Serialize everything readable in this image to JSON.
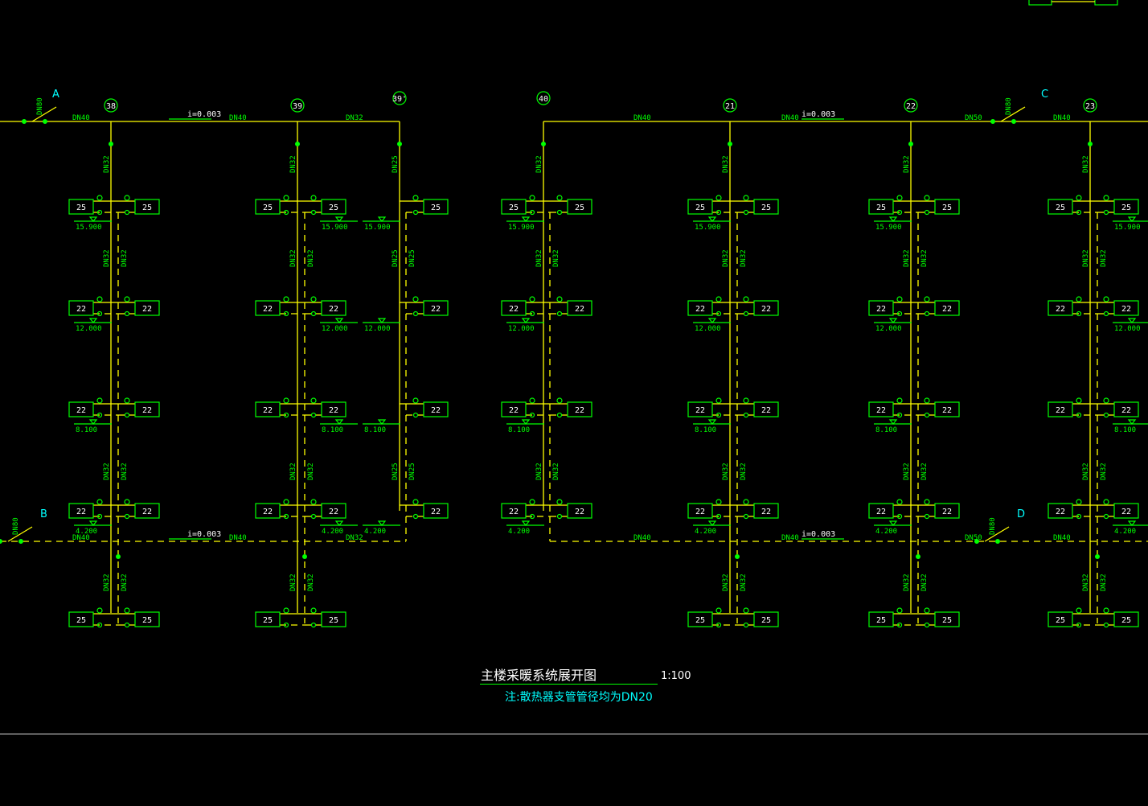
{
  "drawing": {
    "title": "主楼采暖系统展开图",
    "scale": "1:100",
    "note": "注:散热器支管管径均为DN20"
  },
  "colors": {
    "supply": "#ffff00",
    "equipment": "#00ff00",
    "labels": "#ffffff",
    "markers": "#00ffff"
  },
  "inlets": [
    {
      "label": "A",
      "dn": "DN80"
    },
    {
      "label": "B",
      "dn": "DN80"
    },
    {
      "label": "C",
      "dn": "DN80"
    },
    {
      "label": "D",
      "dn": "DN80"
    }
  ],
  "slope": "i=0.003",
  "supply_main_labels": [
    "DN40",
    "DN40",
    "DN32",
    "DN40",
    "DN40",
    "DN50",
    "DN40"
  ],
  "return_main_labels": [
    "DN40",
    "DN40",
    "DN32",
    "DN40",
    "DN40",
    "DN50",
    "DN40"
  ],
  "elevations": [
    "15.900",
    "12.000",
    "8.100",
    "4.200"
  ],
  "columns": [
    {
      "label": "38",
      "top_dn": "DN32",
      "mid_dn": [
        "DN32",
        "DN32"
      ],
      "low_dn": [
        "DN32",
        "DN32"
      ],
      "base_dn": [
        "DN32",
        "DN32"
      ],
      "radiators": [
        [
          "25",
          "25"
        ],
        [
          "22",
          "22"
        ],
        [
          "22",
          "22"
        ],
        [
          "22",
          "22"
        ]
      ],
      "basement": [
        "25",
        "25"
      ]
    },
    {
      "label": "39",
      "top_dn": "DN32",
      "mid_dn": [
        "DN32",
        "DN32"
      ],
      "low_dn": [
        "DN32",
        "DN32"
      ],
      "base_dn": [
        "DN32",
        "DN32"
      ],
      "radiators": [
        [
          "25",
          "25"
        ],
        [
          "22",
          "22"
        ],
        [
          "22",
          "22"
        ],
        [
          "22",
          "22"
        ]
      ],
      "basement": [
        "25",
        "25"
      ]
    },
    {
      "label": "39'",
      "top_dn": "DN25",
      "mid_dn": [
        "DN25",
        "DN25"
      ],
      "low_dn": [
        "DN25",
        "DN25"
      ],
      "base_dn": null,
      "radiators": [
        [
          null,
          "25"
        ],
        [
          null,
          "22"
        ],
        [
          null,
          "22"
        ],
        [
          null,
          "22"
        ]
      ],
      "basement": null
    },
    {
      "label": "40",
      "top_dn": "DN32",
      "mid_dn": [
        "DN32",
        "DN32"
      ],
      "low_dn": [
        "DN32",
        "DN32"
      ],
      "base_dn": null,
      "radiators": [
        [
          "25",
          "25"
        ],
        [
          "22",
          "22"
        ],
        [
          "22",
          "22"
        ],
        [
          "22",
          "22"
        ]
      ],
      "basement": null
    },
    {
      "label": "21",
      "top_dn": "DN32",
      "mid_dn": [
        "DN32",
        "DN32"
      ],
      "low_dn": [
        "DN32",
        "DN32"
      ],
      "base_dn": [
        "DN32",
        "DN32"
      ],
      "radiators": [
        [
          "25",
          "25"
        ],
        [
          "22",
          "22"
        ],
        [
          "22",
          "22"
        ],
        [
          "22",
          "22"
        ]
      ],
      "basement": [
        "25",
        "25"
      ]
    },
    {
      "label": "22",
      "top_dn": "DN32",
      "mid_dn": [
        "DN32",
        "DN32"
      ],
      "low_dn": [
        "DN32",
        "DN32"
      ],
      "base_dn": [
        "DN32",
        "DN32"
      ],
      "radiators": [
        [
          "25",
          "25"
        ],
        [
          "22",
          "22"
        ],
        [
          "22",
          "22"
        ],
        [
          "22",
          "22"
        ]
      ],
      "basement": [
        "25",
        "25"
      ]
    },
    {
      "label": "23",
      "top_dn": "DN32",
      "mid_dn": [
        "DN32",
        "DN32"
      ],
      "low_dn": [
        "DN32",
        "DN32"
      ],
      "base_dn": [
        "DN32",
        "DN32"
      ],
      "radiators": [
        [
          "25",
          "25"
        ],
        [
          "22",
          "22"
        ],
        [
          "22",
          "22"
        ],
        [
          "22",
          "22"
        ]
      ],
      "basement": [
        "25",
        "25"
      ]
    }
  ]
}
